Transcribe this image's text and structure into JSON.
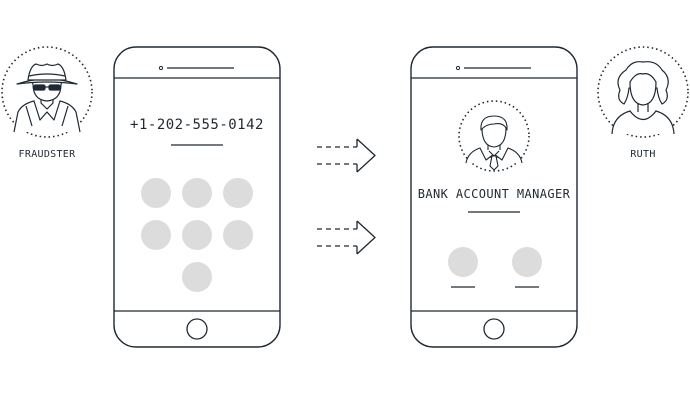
{
  "fraudster": {
    "label": "FRAUDSTER",
    "icon": "fraudster-avatar-icon"
  },
  "ruth": {
    "label": "RUTH",
    "icon": "woman-avatar-icon"
  },
  "left_phone": {
    "dialed_number": "+1-202-555-0142",
    "keypad_keys": 7
  },
  "right_phone": {
    "caller_name": "BANK ACCOUNT MANAGER",
    "caller_icon": "man-in-suit-avatar-icon",
    "action_buttons": 2
  },
  "colors": {
    "stroke": "#1f2933",
    "key_fill": "#dcdcdc",
    "background": "#ffffff"
  }
}
